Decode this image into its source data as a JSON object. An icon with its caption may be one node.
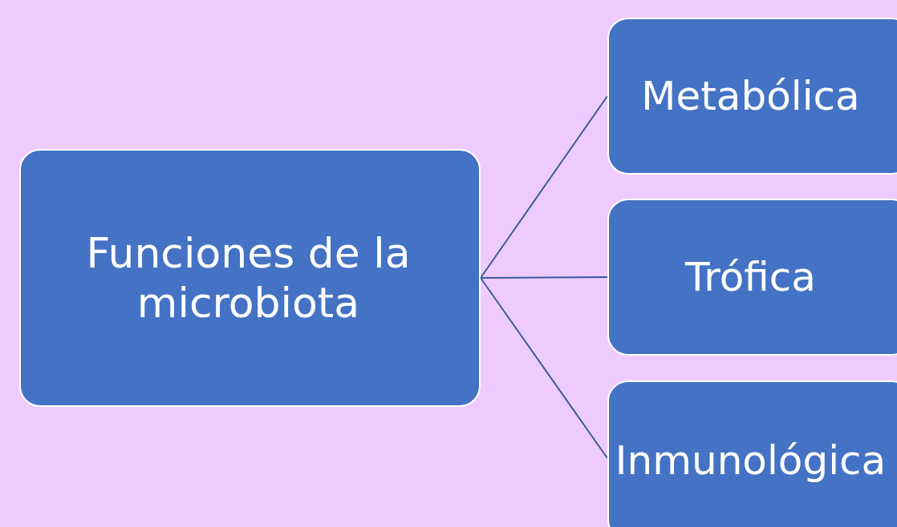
{
  "diagram": {
    "nodes": [
      {
        "text": [
          "Funciones de la microbiota"
        ]
      },
      {
        "text": [
          "Metabólica"
        ]
      },
      {
        "text": [
          "Trófica"
        ]
      },
      {
        "text": [
          "Inmunológica"
        ]
      }
    ],
    "edges": [
      {
        "from": 0,
        "to": 1,
        "arrow": "none"
      },
      {
        "from": 0,
        "to": 2,
        "arrow": "none"
      },
      {
        "from": 0,
        "to": 3,
        "arrow": "none"
      }
    ]
  }
}
